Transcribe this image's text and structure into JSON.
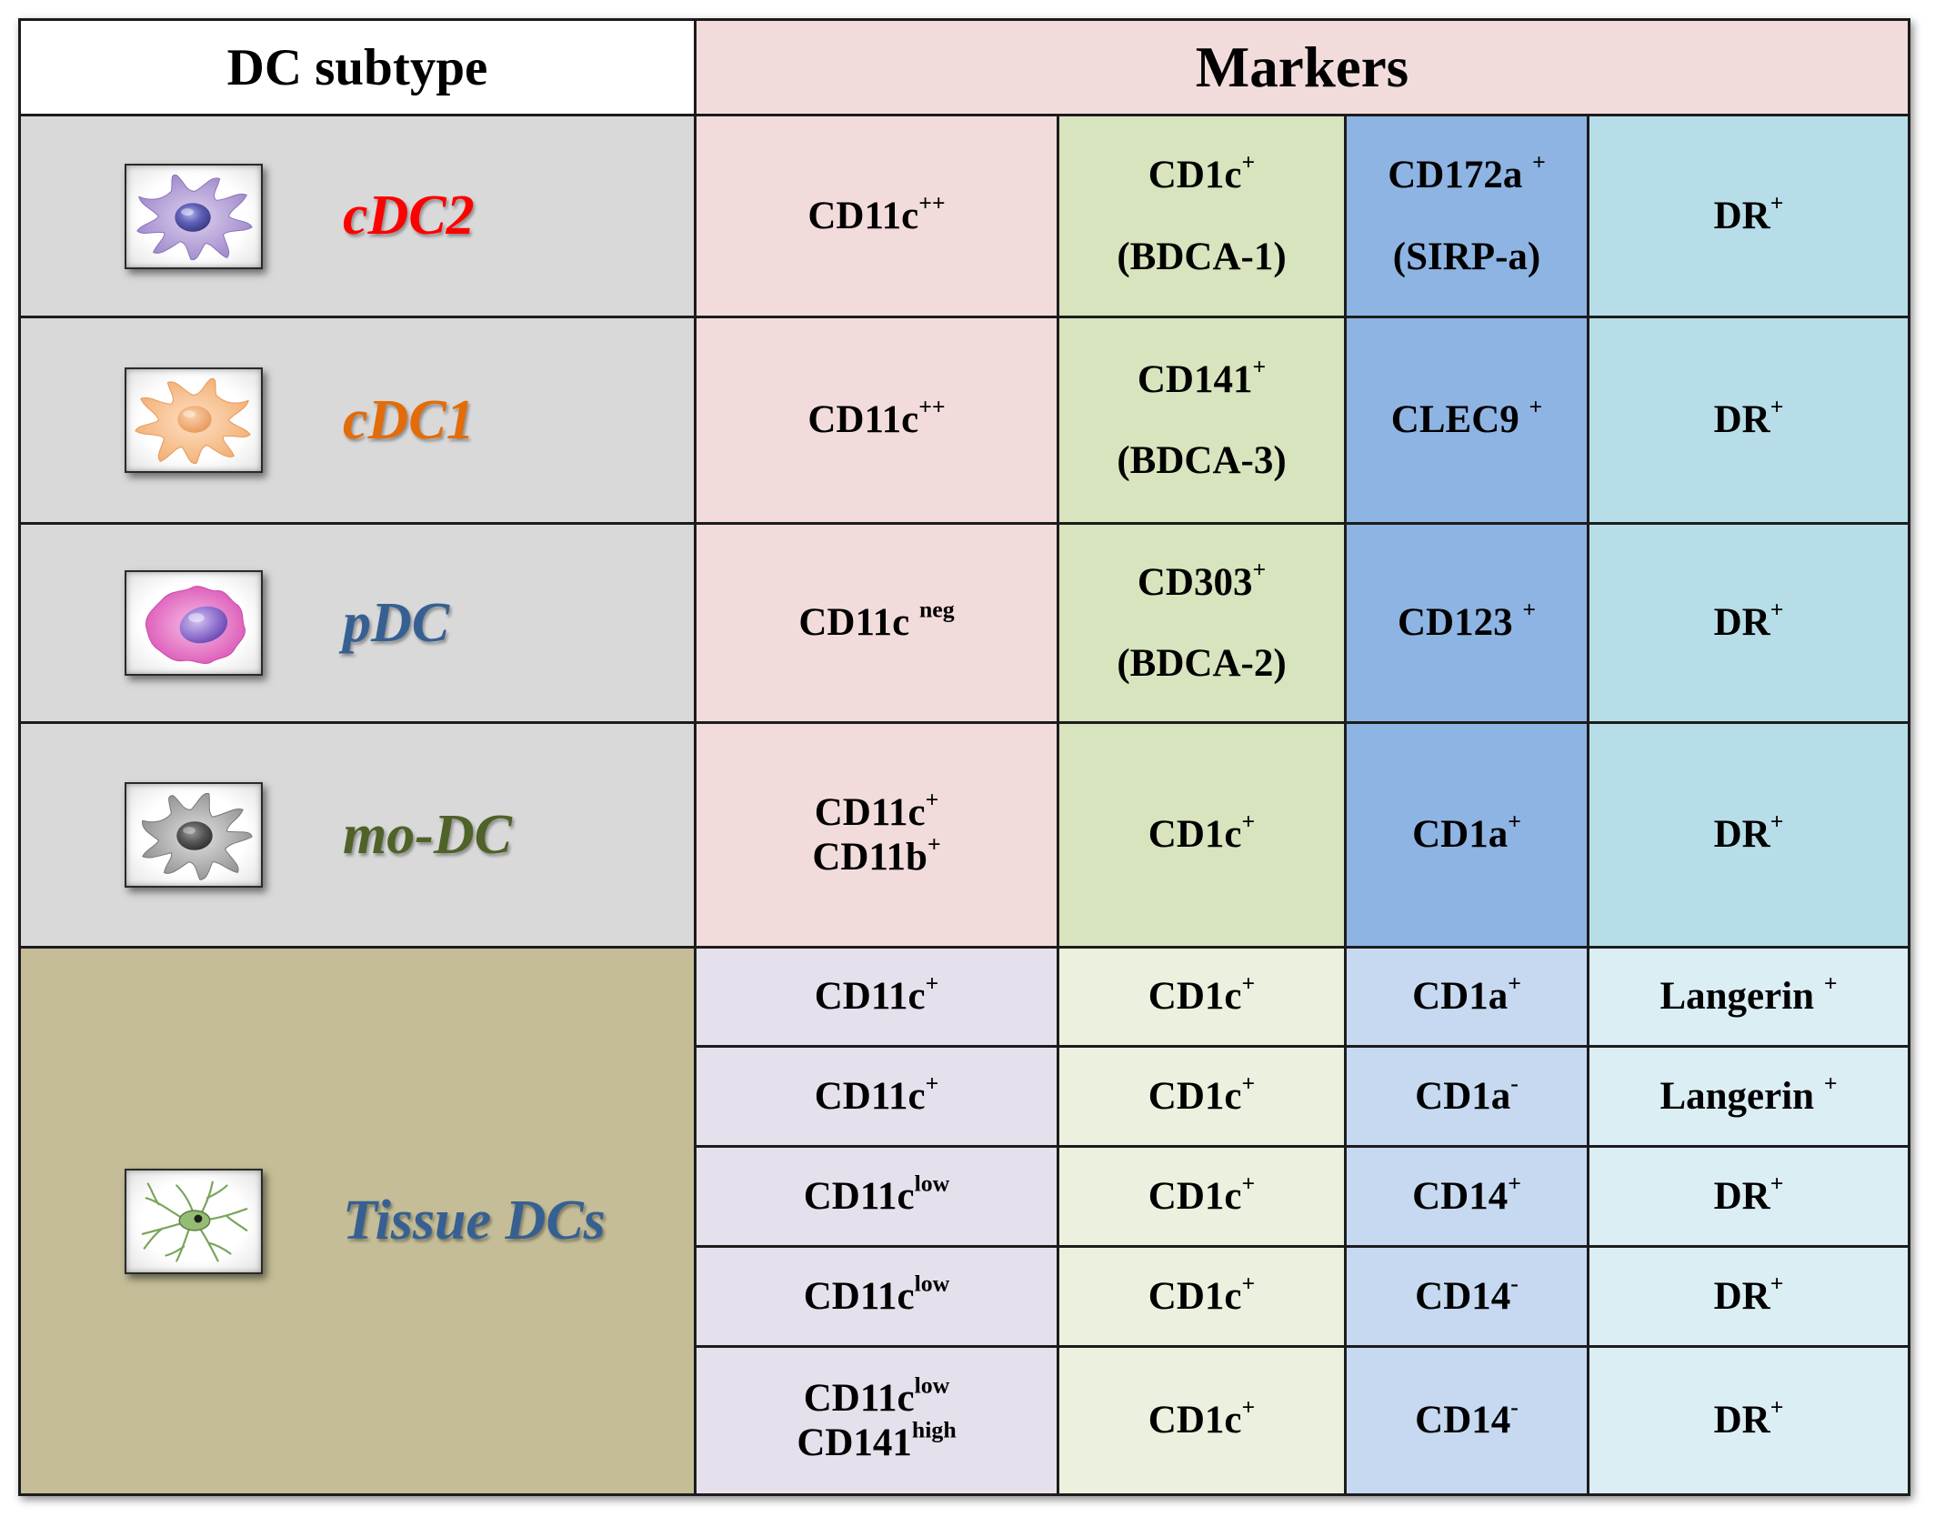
{
  "header": {
    "subtype_label": "DC subtype",
    "markers_label": "Markers"
  },
  "colors": {
    "border": "#1c1c1c",
    "header_subtype_bg": "#ffffff",
    "header_markers_bg": "#f2dcdb",
    "blood_subtype_bg": "#d9d9d9",
    "tissue_subtype_bg": "#c4bd97",
    "blood_marker_columns": [
      "#f2dcdb",
      "#d7e4bd",
      "#8eb4e3",
      "#b7dee8"
    ],
    "tissue_marker_columns": [
      "#e6e0ec",
      "#ebf1de",
      "#c6d9f1",
      "#dbeef4"
    ]
  },
  "subtypes": [
    {
      "name": "cDC2",
      "name_color": "#ff0000",
      "icon": "purple-dendritic-cell-icon",
      "rows": [
        [
          [
            {
              "t": "CD11c",
              "s": "++"
            }
          ],
          [
            {
              "t": "CD1c",
              "s": "+"
            },
            {
              "t": "(BDCA-1)"
            }
          ],
          [
            {
              "t": "CD172a ",
              "s": "+"
            },
            {
              "t": "(SIRP-a)"
            }
          ],
          [
            {
              "t": "DR",
              "s": "+"
            }
          ]
        ]
      ]
    },
    {
      "name": "cDC1",
      "name_color": "#e36c09",
      "icon": "peach-dendritic-cell-icon",
      "rows": [
        [
          [
            {
              "t": "CD11c",
              "s": "++"
            }
          ],
          [
            {
              "t": "CD141",
              "s": "+"
            },
            {
              "t": "(BDCA-3)"
            }
          ],
          [
            {
              "t": "CLEC9 ",
              "s": "+"
            }
          ],
          [
            {
              "t": "DR",
              "s": "+"
            }
          ]
        ]
      ]
    },
    {
      "name": "pDC",
      "name_color": "#376092",
      "icon": "pink-plasmacytoid-cell-icon",
      "rows": [
        [
          [
            {
              "t": "CD11c ",
              "s": "neg"
            }
          ],
          [
            {
              "t": "CD303",
              "s": "+"
            },
            {
              "t": "(BDCA-2)"
            }
          ],
          [
            {
              "t": "CD123 ",
              "s": "+"
            }
          ],
          [
            {
              "t": "DR",
              "s": "+"
            }
          ]
        ]
      ]
    },
    {
      "name": "mo-DC",
      "name_color": "#4f6228",
      "icon": "gray-dendritic-cell-icon",
      "rows": [
        [
          [
            {
              "t": "CD11c",
              "s": "+"
            },
            {
              "t": "CD11b",
              "s": "+"
            }
          ],
          [
            {
              "t": "CD1c",
              "s": "+"
            }
          ],
          [
            {
              "t": "CD1a",
              "s": "+"
            }
          ],
          [
            {
              "t": "DR",
              "s": "+"
            }
          ]
        ]
      ]
    },
    {
      "name": "Tissue DCs",
      "name_color": "#376092",
      "icon": "green-tissue-dendritic-cell-icon",
      "rows": [
        [
          [
            {
              "t": "CD11c",
              "s": "+"
            }
          ],
          [
            {
              "t": "CD1c",
              "s": "+"
            }
          ],
          [
            {
              "t": "CD1a",
              "s": "+"
            }
          ],
          [
            {
              "t": "Langerin ",
              "s": "+"
            }
          ]
        ],
        [
          [
            {
              "t": "CD11c",
              "s": "+"
            }
          ],
          [
            {
              "t": "CD1c",
              "s": "+"
            }
          ],
          [
            {
              "t": "CD1a",
              "s": "-"
            }
          ],
          [
            {
              "t": "Langerin ",
              "s": "+"
            }
          ]
        ],
        [
          [
            {
              "t": "CD11c",
              "s": "low"
            }
          ],
          [
            {
              "t": "CD1c",
              "s": "+"
            }
          ],
          [
            {
              "t": "CD14",
              "s": "+"
            }
          ],
          [
            {
              "t": "DR",
              "s": "+"
            }
          ]
        ],
        [
          [
            {
              "t": "CD11c",
              "s": "low"
            }
          ],
          [
            {
              "t": "CD1c",
              "s": "+"
            }
          ],
          [
            {
              "t": "CD14",
              "s": "-"
            }
          ],
          [
            {
              "t": "DR",
              "s": "+"
            }
          ]
        ],
        [
          [
            {
              "t": "CD11c",
              "s": "low"
            },
            {
              "t": "CD141",
              "s": "high"
            }
          ],
          [
            {
              "t": "CD1c",
              "s": "+"
            }
          ],
          [
            {
              "t": "CD14",
              "s": "-"
            }
          ],
          [
            {
              "t": "DR",
              "s": "+"
            }
          ]
        ]
      ]
    }
  ]
}
